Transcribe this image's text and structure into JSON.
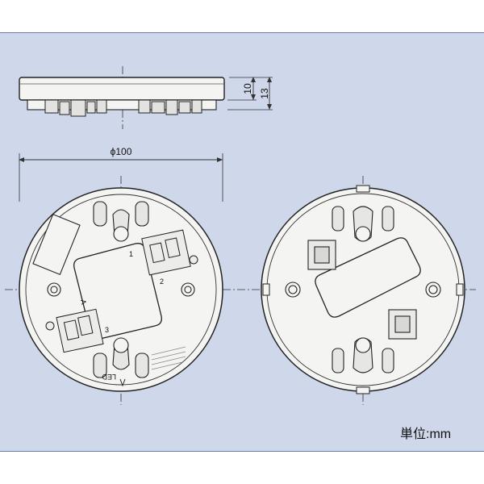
{
  "dims": {
    "height_inner": "10",
    "height_outer": "13",
    "diameter": "ϕ100"
  },
  "labels": {
    "led": "LED",
    "terminal_a": "A",
    "terminal_1": "1",
    "terminal_2": "2",
    "terminal_3": "3",
    "unit": "単位:mm"
  },
  "colors": {
    "background": "#cfd7ea",
    "part_fill": "#f4f4f2",
    "line": "#222222",
    "dim_line": "#333333"
  }
}
